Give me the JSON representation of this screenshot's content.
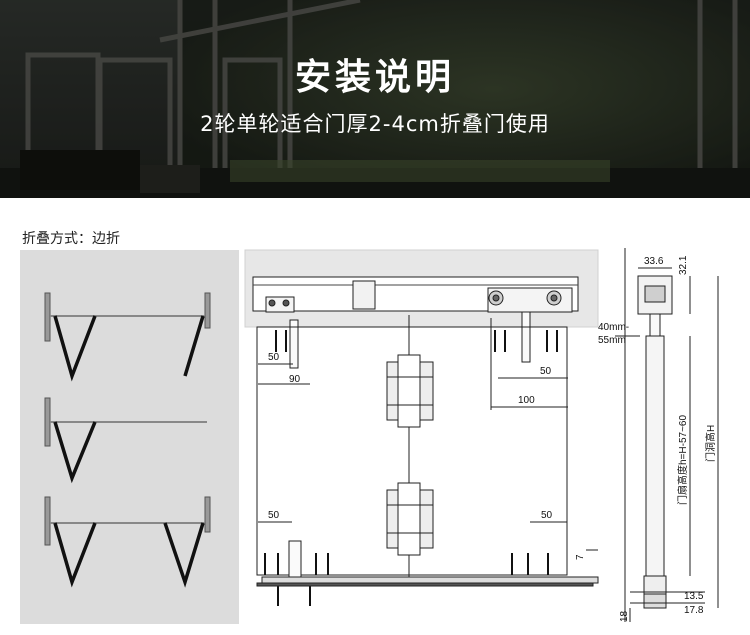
{
  "banner": {
    "title": "安装说明",
    "subtitle": "2轮单轮适合门厚2-4cm折叠门使用"
  },
  "fold_mode_label": "折叠方式：边折",
  "front_view": {
    "dims": {
      "left_top_50": "50",
      "left_top_90": "90",
      "right_top_50": "50",
      "right_100": "100",
      "left_bottom_50": "50",
      "right_bottom_50": "50",
      "gap_7": "7"
    }
  },
  "side_view": {
    "dims": {
      "width_33_6": "33.6",
      "height_32_1": "32.1",
      "gap_line1": "40mm-",
      "gap_line2": "55mm",
      "door_height": "门扇高度h=H-57~60",
      "opening_height": "门洞高H",
      "bottom_13_5": "13.5",
      "bottom_17_8": "17.8",
      "bottom_18": "18"
    }
  },
  "colors": {
    "banner_dark": "#2a2f28",
    "panel_grey": "#dcdcdc",
    "line": "#222222"
  }
}
